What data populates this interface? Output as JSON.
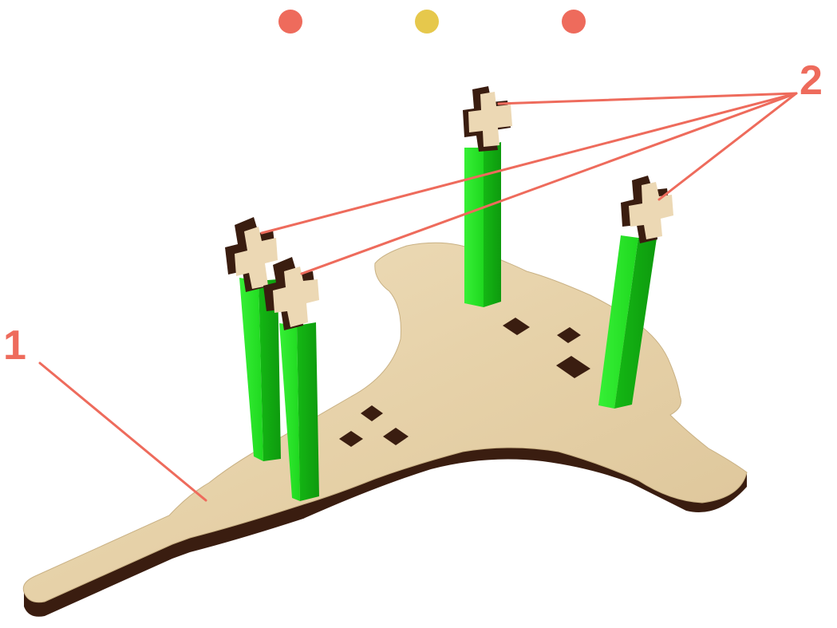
{
  "indicators": {
    "dots": [
      {
        "name": "dot-1",
        "color": "#ee6b5c"
      },
      {
        "name": "dot-2",
        "color": "#e6c84c"
      },
      {
        "name": "dot-3",
        "color": "#ee6b5c"
      }
    ]
  },
  "callouts": {
    "label_1": "1",
    "label_2": "2",
    "line_color": "#ee6b5c"
  },
  "colors": {
    "wood_top": "#e9d6b0",
    "wood_edge": "#3a1d10",
    "green": "#22e022",
    "green_dark": "#12b512",
    "connector_light": "#ecd8b4",
    "connector_dark": "#3a1d10"
  }
}
